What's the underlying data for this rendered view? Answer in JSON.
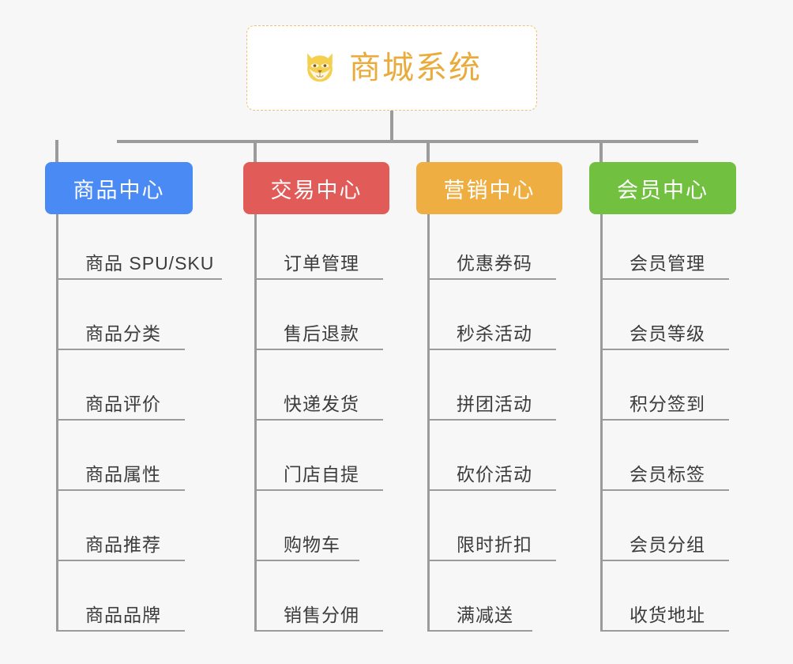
{
  "diagram": {
    "type": "org-tree",
    "background_color": "#f7f7f7",
    "root": {
      "title": "商城系统",
      "icon": "shiba-dog-face-icon",
      "text_color": "#e8ab3c",
      "border_color": "#f0c070",
      "background_color": "#ffffff"
    },
    "connector_color": "#9b9b9b",
    "branches": [
      {
        "label": "商品中心",
        "color": "#4a8af4",
        "items": [
          "商品 SPU/SKU",
          "商品分类",
          "商品评价",
          "商品属性",
          "商品推荐",
          "商品品牌"
        ]
      },
      {
        "label": "交易中心",
        "color": "#e15b59",
        "items": [
          "订单管理",
          "售后退款",
          "快递发货",
          "门店自提",
          "购物车",
          "销售分佣"
        ]
      },
      {
        "label": "营销中心",
        "color": "#eeae42",
        "items": [
          "优惠券码",
          "秒杀活动",
          "拼团活动",
          "砍价活动",
          "限时折扣",
          "满减送"
        ]
      },
      {
        "label": "会员中心",
        "color": "#72c040",
        "items": [
          "会员管理",
          "会员等级",
          "积分签到",
          "会员标签",
          "会员分组",
          "收货地址"
        ]
      }
    ]
  }
}
